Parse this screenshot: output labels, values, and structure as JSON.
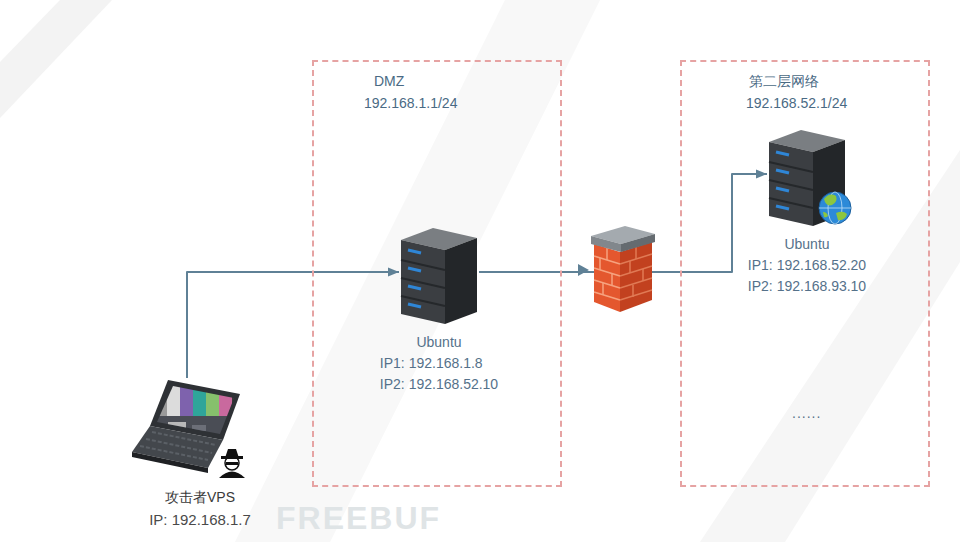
{
  "diagram": {
    "nodes": [
      {
        "text": [
          "DMZ",
          "192.168.1.1/24"
        ]
      },
      {
        "text": [
          "Ubuntu",
          "IP1: 192.168.1.8",
          "IP2: 192.168.52.10"
        ],
        "in": 0
      },
      {
        "text": [
          "第二层网络",
          "192.168.52.1/24"
        ]
      },
      {
        "text": [
          "Ubuntu",
          "IP1: 192.168.52.20",
          "IP2: 192.168.93.10"
        ],
        "in": 2
      },
      {
        "text": [
          "攻击者VPS",
          "IP: 192.168.1.7"
        ]
      }
    ],
    "edges": [
      {
        "from": 4,
        "to": 1,
        "arrow": "to"
      },
      {
        "from": 1,
        "to": 3,
        "arrow": "to"
      }
    ],
    "labels": [
      "......",
      "FREEBUF"
    ]
  }
}
